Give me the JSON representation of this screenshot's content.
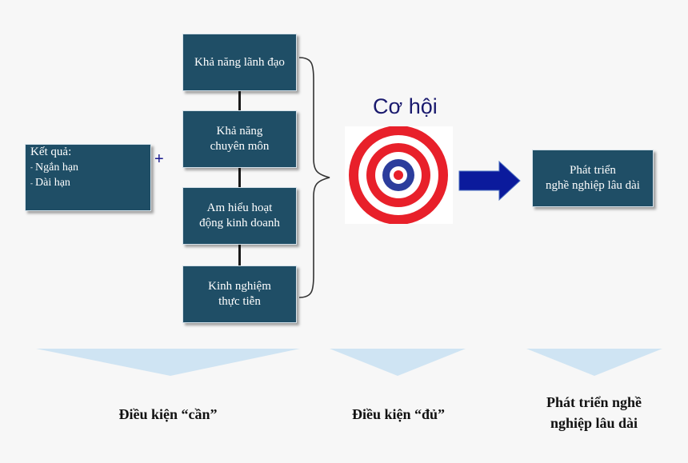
{
  "result_box": {
    "title": "Kết quả:",
    "items": [
      "Ngắn hạn",
      "Dài hạn"
    ]
  },
  "plus_sign": "+",
  "skills": [
    {
      "line1": "Khả năng lãnh đạo",
      "line2": ""
    },
    {
      "line1": "Khả năng",
      "line2": "chuyên môn"
    },
    {
      "line1": "Am hiểu hoạt",
      "line2": "động kinh doanh"
    },
    {
      "line1": "Kinh nghiệm",
      "line2": "thực tiễn"
    }
  ],
  "opportunity": {
    "title": "Cơ hội",
    "icon": "target-icon",
    "colors": {
      "red": "#e8202a",
      "blue": "#2c3d9c",
      "white": "#ffffff"
    }
  },
  "arrow_icon": "right-arrow-icon",
  "career_box": {
    "line1": "Phát triển",
    "line2": "nghề nghiệp lâu dài"
  },
  "bottom_labels": {
    "necessary": "Điều kiện “cần”",
    "sufficient": "Điều kiện “đủ”",
    "career_line1": "Phát triển nghề",
    "career_line2": "nghiệp lâu dài"
  },
  "colors": {
    "box_fill": "#1f4e66",
    "arrow": "#0b1a9c",
    "trapezoid": "#cfe4f3"
  }
}
